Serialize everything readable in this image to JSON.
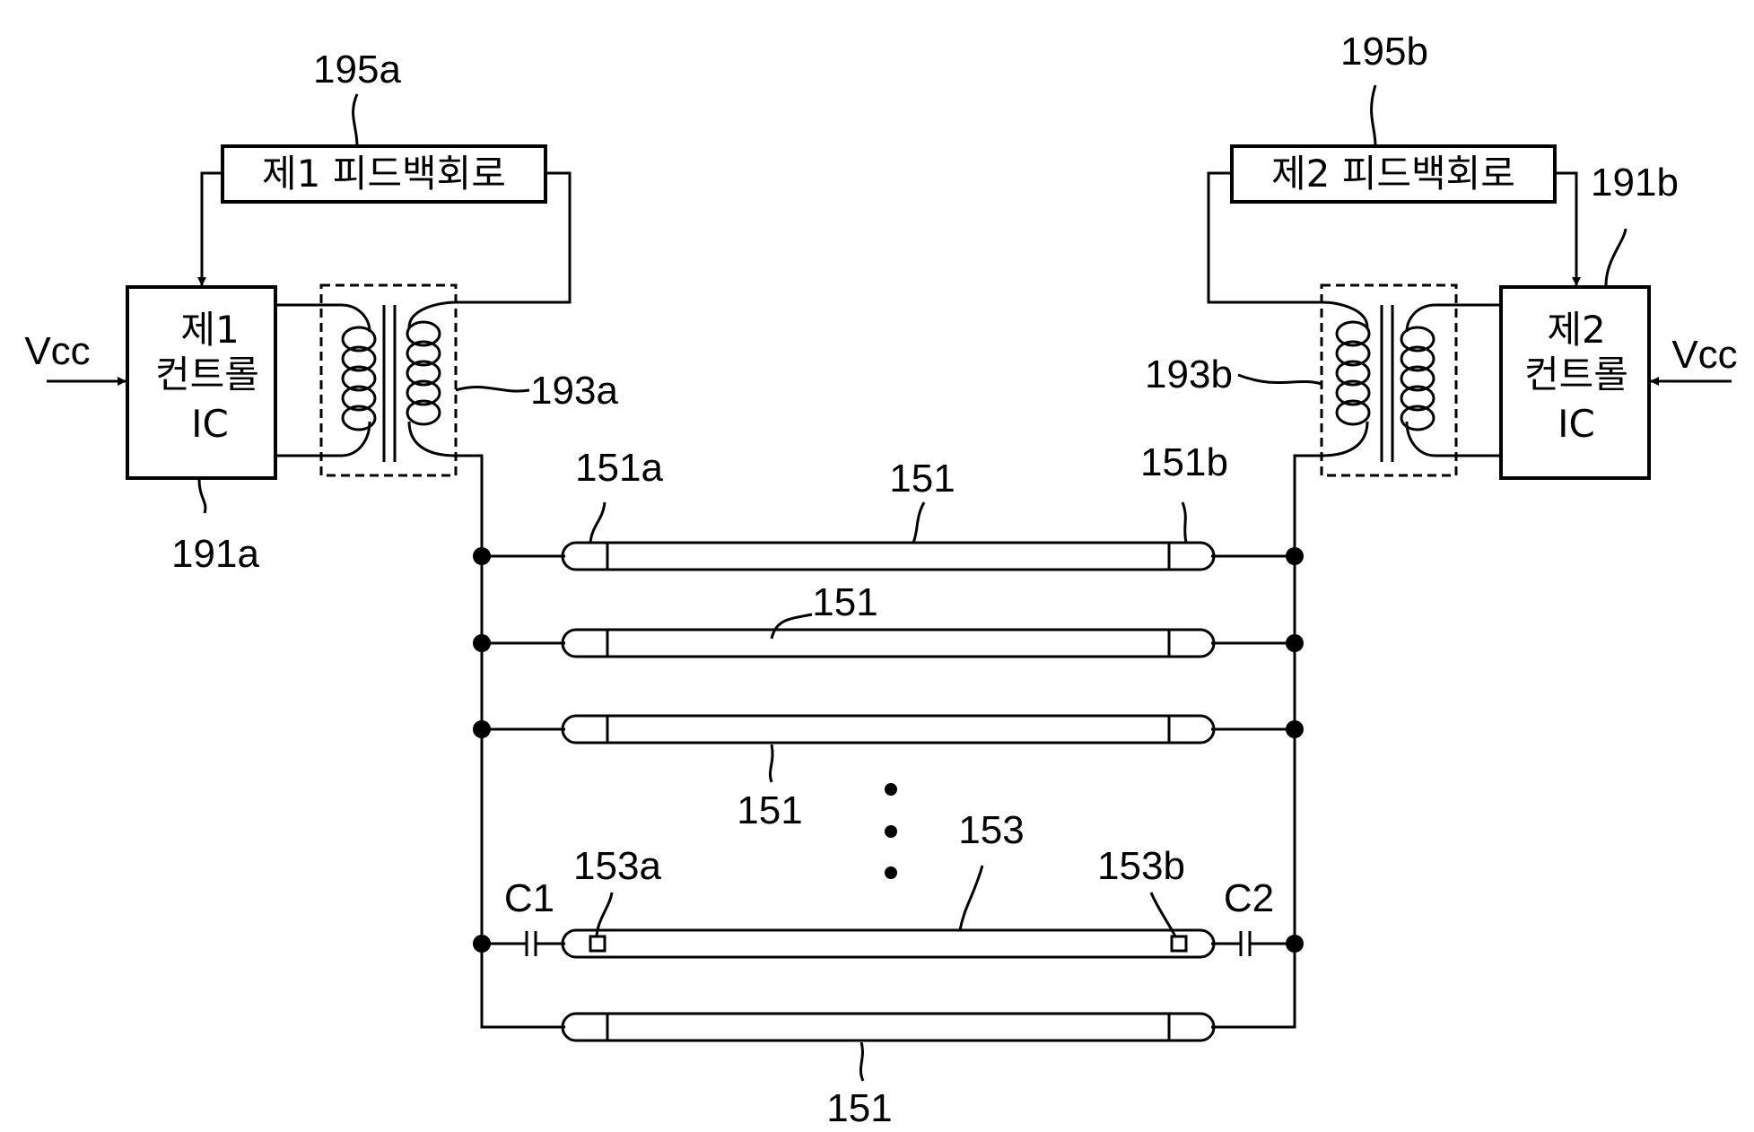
{
  "feedback_circuit_1": {
    "text": "제1 피드백회로",
    "ref": "195a"
  },
  "feedback_circuit_2": {
    "text": "제2 피드백회로",
    "ref": "195b"
  },
  "control_ic_1": {
    "line1": "제1",
    "line2": "컨트롤",
    "line3": "IC",
    "ref": "191a"
  },
  "control_ic_2": {
    "line1": "제2",
    "line2": "컨트롤",
    "line3": "IC",
    "ref": "191b"
  },
  "supply": {
    "left": "Vcc",
    "right": "Vcc"
  },
  "transformer_1": {
    "ref": "193a"
  },
  "transformer_2": {
    "ref": "193b"
  },
  "lamps": {
    "lamp_ref": "151",
    "electrode_left_ref": "151a",
    "electrode_right_ref": "151b",
    "special_lamp_ref": "153",
    "special_left_ref": "153a",
    "special_right_ref": "153b"
  },
  "capacitors": {
    "left": "C1",
    "right": "C2"
  }
}
